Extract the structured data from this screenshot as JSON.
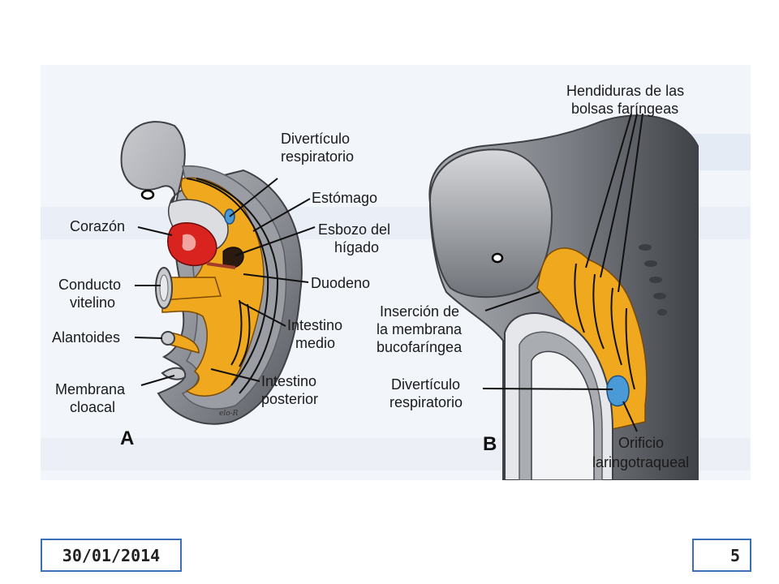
{
  "figure": {
    "panel_a": {
      "letter": "A",
      "labels": {
        "diverticulo_1": "Divertículo",
        "diverticulo_2": "respiratorio",
        "estomago": "Estómago",
        "esbozo_1": "Esbozo del",
        "esbozo_2": "hígado",
        "duodeno": "Duodeno",
        "intestino_medio_1": "Intestino",
        "intestino_medio_2": "medio",
        "intestino_posterior_1": "Intestino",
        "intestino_posterior_2": "posterior",
        "corazon": "Corazón",
        "conducto_1": "Conducto",
        "conducto_2": "vitelino",
        "alantoides": "Alantoides",
        "membrana_1": "Membrana",
        "membrana_2": "cloacal"
      },
      "signature": "elo-R"
    },
    "panel_b": {
      "letter": "B",
      "labels": {
        "hendiduras_1": "Hendiduras de las",
        "hendiduras_2": "bolsas faríngeas",
        "insercion_1": "Inserción de",
        "insercion_2": "la membrana",
        "insercion_3": "bucofaríngea",
        "diverticulo_1": "Divertículo",
        "diverticulo_2": "respiratorio",
        "orificio_1": "Orificio",
        "orificio_2": "laringotraqueal"
      }
    }
  },
  "footer": {
    "date": "30/01/2014",
    "slide_number": "5"
  },
  "colors": {
    "footer_border": "#3b6fb8",
    "gut_orange": "#f0a81e",
    "heart_red": "#d8231f",
    "vessel_red": "#c2161a",
    "diverticulum_blue": "#4a9ad8",
    "embryo_gray": "#8a8d93"
  }
}
